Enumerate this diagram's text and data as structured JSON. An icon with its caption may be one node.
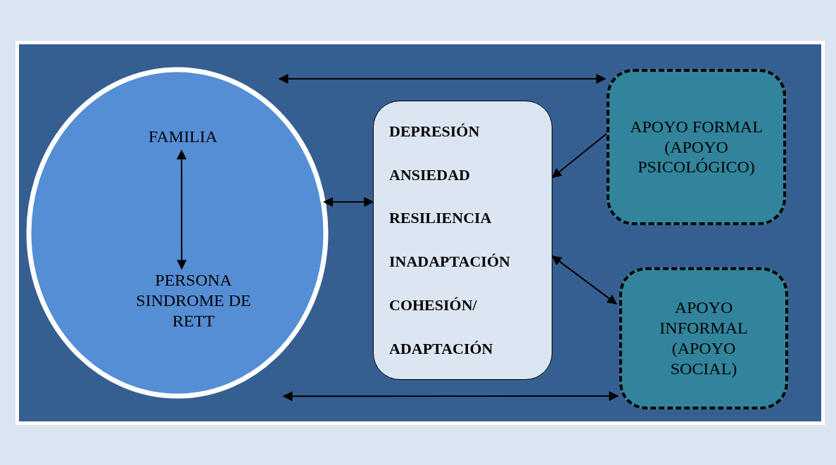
{
  "diagram": {
    "nodes": [
      {
        "text": [],
        "shape": "circle"
      },
      {
        "text": [
          "FAMILIA"
        ],
        "in": 0
      },
      {
        "text": [
          "PERSONA SINDROME DE RETT"
        ],
        "in": 0
      },
      {
        "text": [
          "DEPRESIÓN",
          "ANSIEDAD",
          "RESILIENCIA",
          "INADAPTACIÓN",
          "COHESIÓN/",
          "ADAPTACIÓN"
        ]
      },
      {
        "text": [
          "APOYO FORMAL (APOYO PSICOLÓGICO)"
        ]
      },
      {
        "text": [
          "APOYO INFORMAL (APOYO SOCIAL)"
        ]
      }
    ],
    "edges": [
      {
        "from": 1,
        "to": 2,
        "arrow": "both"
      },
      {
        "from": 0,
        "to": 3,
        "arrow": "both"
      },
      {
        "from": 0,
        "to": 4,
        "arrow": "both"
      },
      {
        "from": 4,
        "to": 3,
        "arrow": "to"
      },
      {
        "from": 3,
        "to": 5,
        "arrow": "both"
      },
      {
        "from": 0,
        "to": 5,
        "arrow": "both"
      }
    ]
  }
}
